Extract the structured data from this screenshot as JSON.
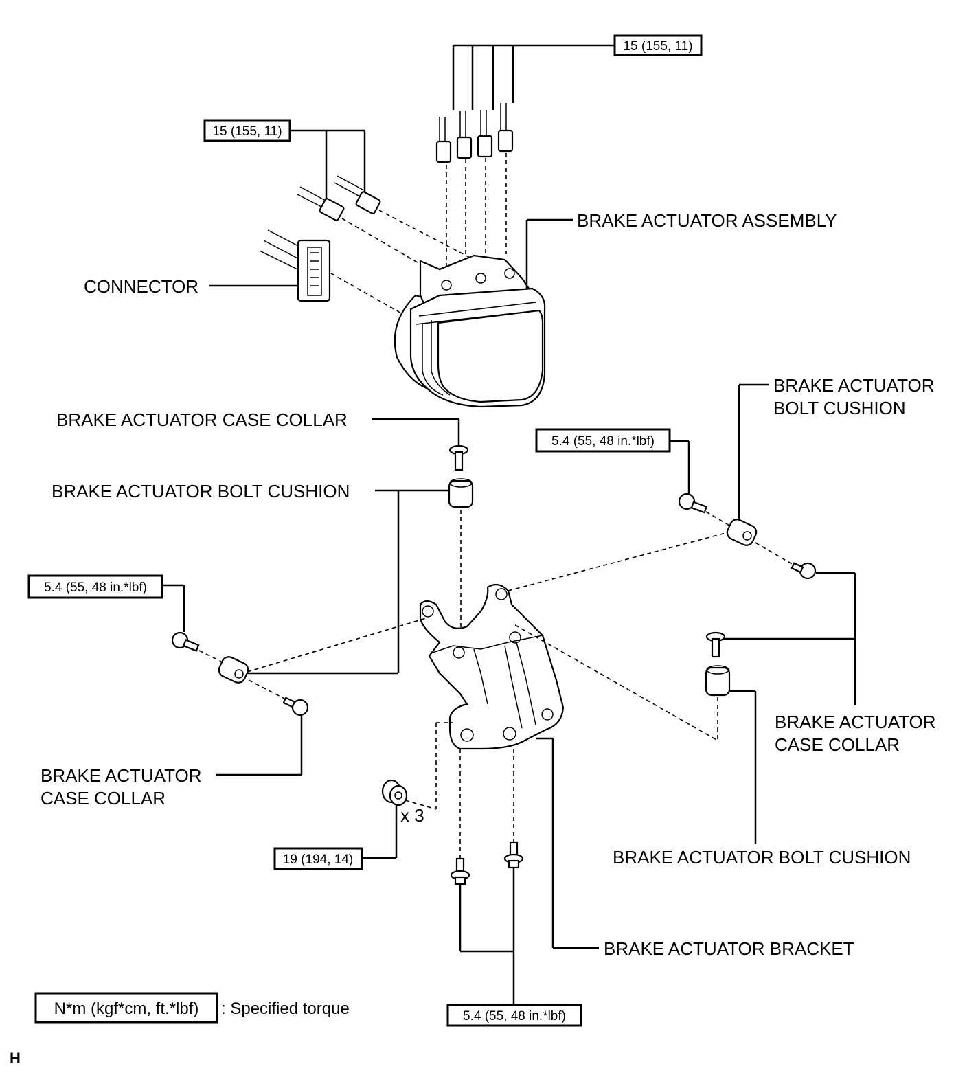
{
  "labels": {
    "brake_actuator_assembly": "BRAKE ACTUATOR ASSEMBLY",
    "connector": "CONNECTOR",
    "case_collar_top": "BRAKE ACTUATOR CASE COLLAR",
    "bolt_cushion_top": "BRAKE ACTUATOR BOLT CUSHION",
    "bolt_cushion_right_line1": "BRAKE ACTUATOR",
    "bolt_cushion_right_line2": "BOLT CUSHION",
    "case_collar_right_line1": "BRAKE ACTUATOR",
    "case_collar_right_line2": "CASE COLLAR",
    "case_collar_left_line1": "BRAKE ACTUATOR",
    "case_collar_left_line2": "CASE COLLAR",
    "bolt_cushion_bottom": "BRAKE ACTUATOR BOLT CUSHION",
    "bracket": "BRAKE ACTUATOR BRACKET",
    "quantity": "x 3"
  },
  "torque": {
    "top_right": "15 (155, 11)",
    "top_left": "15 (155, 11)",
    "right_bolt": "5.4 (55, 48 in.*lbf)",
    "left_bolt": "5.4 (55, 48 in.*lbf)",
    "nut": "19 (194, 14)",
    "bottom": "5.4 (55, 48 in.*lbf)"
  },
  "legend": {
    "unit_box": "N*m (kgf*cm, ft.*lbf)",
    "description": ": Specified torque"
  },
  "figure_code": "H"
}
